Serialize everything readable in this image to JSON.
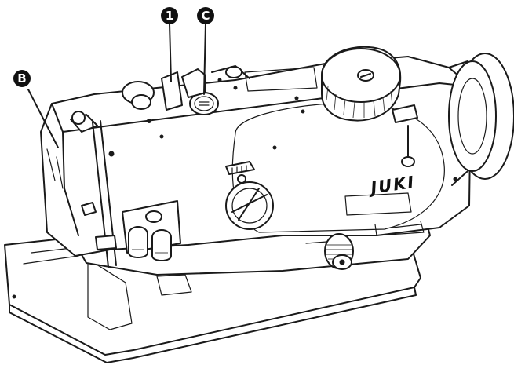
{
  "figure": {
    "brand_text": "JUKI",
    "callouts": {
      "one": "1",
      "c": "C",
      "b": "B"
    }
  }
}
